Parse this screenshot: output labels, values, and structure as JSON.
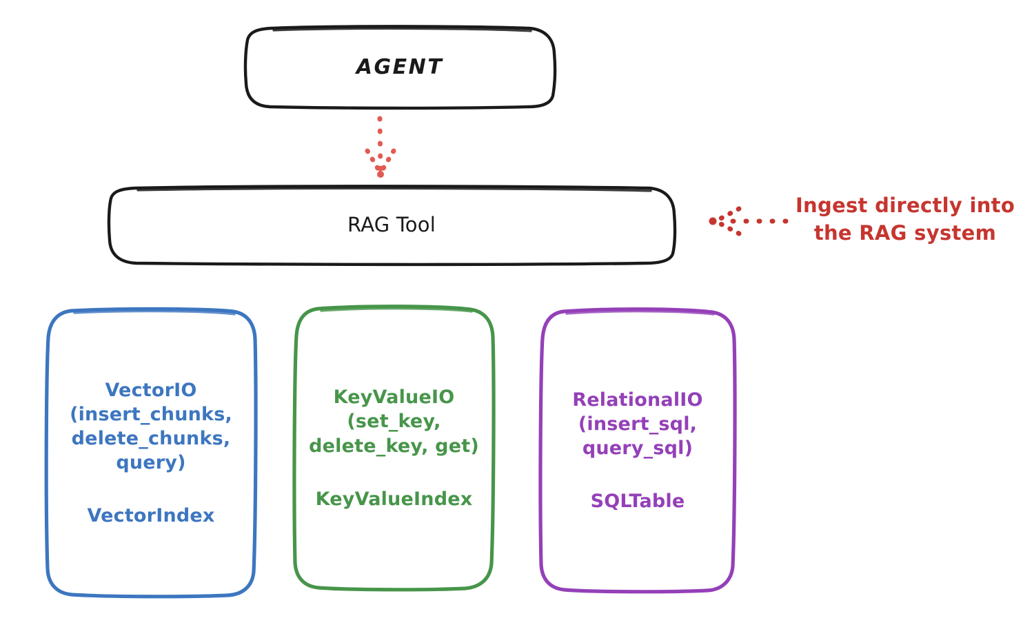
{
  "diagram": {
    "title": "RAG Tool architecture diagram",
    "background_color": "#ffffff",
    "nodes": {
      "agent": {
        "label": "AGENT",
        "stroke_color": "#1a1a1a",
        "text_color": "#1a1a1a",
        "shape": "rounded-rectangle"
      },
      "rag_tool": {
        "label": "RAG Tool",
        "stroke_color": "#1a1a1a",
        "text_color": "#1a1a1a",
        "shape": "rounded-rectangle"
      },
      "vector_io": {
        "title": "VectorIO\n(insert_chunks,\ndelete_chunks,\nquery)",
        "subtitle": "VectorIndex",
        "stroke_color": "#3d76c0",
        "text_color": "#3d76c0",
        "shape": "rounded-rectangle"
      },
      "key_value_io": {
        "title": "KeyValueIO\n(set_key,\ndelete_key, get)",
        "subtitle": "KeyValueIndex",
        "stroke_color": "#47954a",
        "text_color": "#47954a",
        "shape": "rounded-rectangle"
      },
      "relational_io": {
        "title": "RelationalIO\n(insert_sql,\nquery_sql)",
        "subtitle": "SQLTable",
        "stroke_color": "#9440b8",
        "text_color": "#9440b8",
        "shape": "rounded-rectangle"
      }
    },
    "connectors": {
      "agent_to_rag_tool": {
        "style": "dotted",
        "color": "#e05b52",
        "direction": "down",
        "arrowhead": "dotted-chevron"
      },
      "ingest_arrow": {
        "style": "dotted",
        "color": "#c6352f",
        "direction": "left",
        "arrowhead": "dotted-chevron"
      }
    },
    "annotations": {
      "ingest": {
        "text": "Ingest directly into\nthe RAG system",
        "color": "#c6352f"
      }
    }
  }
}
